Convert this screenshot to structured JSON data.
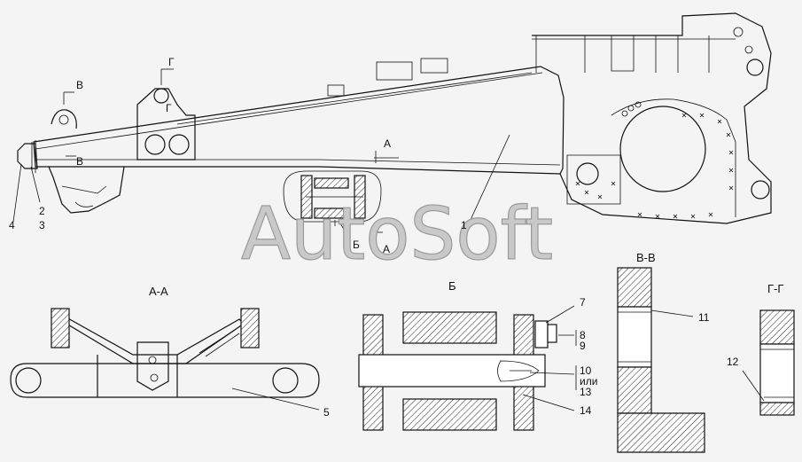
{
  "watermark": "AutoSoft",
  "section_titles": {
    "aa": "А-А",
    "b": "Б",
    "vv": "В-В",
    "gg": "Г-Г"
  },
  "cut_marks": {
    "a1": "А",
    "a2": "А",
    "b": "Б",
    "v1": "В",
    "v2": "В",
    "g1": "Г",
    "g2": "Г"
  },
  "callouts": {
    "n1": "1",
    "n2": "2",
    "n3": "3",
    "n4": "4",
    "n5": "5",
    "n7": "7",
    "n8": "8",
    "n9": "9",
    "n10": "10",
    "ili": "или",
    "n13": "13",
    "n11": "11",
    "n12": "12",
    "n14": "14"
  }
}
